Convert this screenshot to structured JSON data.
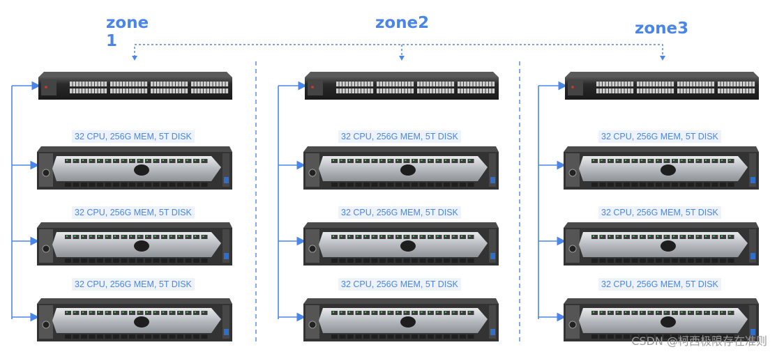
{
  "zones": [
    {
      "name": "zone\n1",
      "servers": [
        "32 CPU, 256G MEM, 5T DISK",
        "32 CPU, 256G MEM, 5T DISK",
        "32 CPU, 256G MEM, 5T DISK"
      ]
    },
    {
      "name": "zone2",
      "servers": [
        "32 CPU, 256G MEM, 5T DISK",
        "32 CPU, 256G MEM, 5T DISK",
        "32 CPU, 256G MEM, 5T DISK"
      ]
    },
    {
      "name": "zone3",
      "servers": [
        "32 CPU, 256G MEM, 5T DISK",
        "32 CPU, 256G MEM, 5T DISK",
        "32 CPU, 256G MEM, 5T DISK"
      ]
    }
  ],
  "colors": {
    "accent": "#4a86e8",
    "label_bg": "#eef3fb",
    "switch_body": "#2b2b2b",
    "server_front": "#3a3a3a",
    "server_bezel": "#c9ccd0"
  },
  "watermark": "CSDN @柯西极限存在准则"
}
